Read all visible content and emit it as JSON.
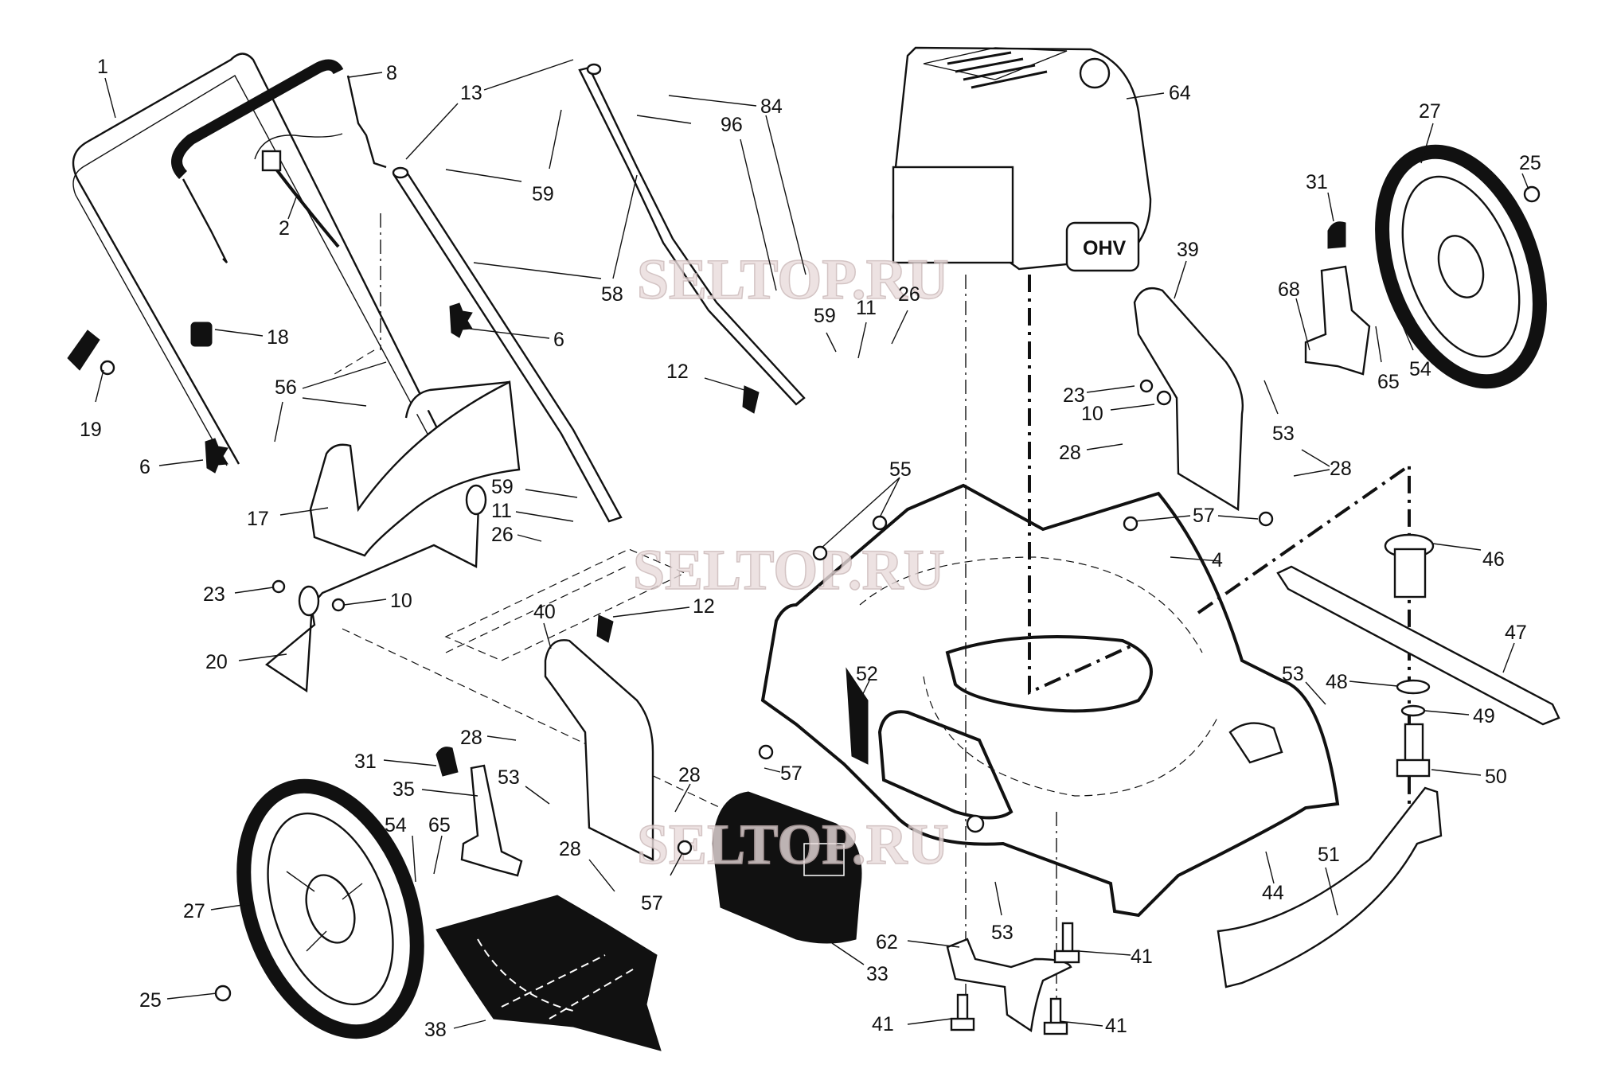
{
  "diagram": {
    "title": "Lawn mower exploded parts diagram",
    "watermark": "SELTOP.RU",
    "engine_badge": "OHV",
    "callouts": [
      {
        "id": "c1",
        "num": "1",
        "part": "handle-upper"
      },
      {
        "id": "c8",
        "num": "8",
        "part": "control-bail"
      },
      {
        "id": "c13",
        "num": "13",
        "part": "cap"
      },
      {
        "id": "c84",
        "num": "84",
        "part": "screw"
      },
      {
        "id": "c96",
        "num": "96",
        "part": "cable-guide"
      },
      {
        "id": "c64",
        "num": "64",
        "part": "engine"
      },
      {
        "id": "c2",
        "num": "2",
        "part": "throttle-cable"
      },
      {
        "id": "c59a",
        "num": "59",
        "part": "pin"
      },
      {
        "id": "c58",
        "num": "58",
        "part": "handle-lower"
      },
      {
        "id": "c27a",
        "num": "27",
        "part": "rear-wheel"
      },
      {
        "id": "c25a",
        "num": "25",
        "part": "wheel-nut"
      },
      {
        "id": "c31a",
        "num": "31",
        "part": "lever-knob"
      },
      {
        "id": "c39",
        "num": "39",
        "part": "bracket-right"
      },
      {
        "id": "c18",
        "num": "18",
        "part": "knob"
      },
      {
        "id": "c6a",
        "num": "6",
        "part": "star-knob"
      },
      {
        "id": "c59b",
        "num": "59",
        "part": "pin"
      },
      {
        "id": "c11a",
        "num": "11",
        "part": "hairpin"
      },
      {
        "id": "c26a",
        "num": "26",
        "part": "bolt"
      },
      {
        "id": "c68",
        "num": "68",
        "part": "height-adjuster"
      },
      {
        "id": "c65a",
        "num": "65",
        "part": "washer"
      },
      {
        "id": "c54a",
        "num": "54",
        "part": "washer"
      },
      {
        "id": "c19",
        "num": "19",
        "part": "handle-knob"
      },
      {
        "id": "c56",
        "num": "56",
        "part": "bolt"
      },
      {
        "id": "c12a",
        "num": "12",
        "part": "knob"
      },
      {
        "id": "c23a",
        "num": "23",
        "part": "nut"
      },
      {
        "id": "c10a",
        "num": "10",
        "part": "washer"
      },
      {
        "id": "c53a",
        "num": "53",
        "part": "bolt"
      },
      {
        "id": "c6b",
        "num": "6",
        "part": "star-knob"
      },
      {
        "id": "c28a",
        "num": "28",
        "part": "bolt"
      },
      {
        "id": "c28b",
        "num": "28",
        "part": "bolt"
      },
      {
        "id": "c17",
        "num": "17",
        "part": "rear-flap"
      },
      {
        "id": "c59c",
        "num": "59",
        "part": "pin"
      },
      {
        "id": "c11b",
        "num": "11",
        "part": "hairpin"
      },
      {
        "id": "c26b",
        "num": "26",
        "part": "bolt"
      },
      {
        "id": "c55",
        "num": "55",
        "part": "nut"
      },
      {
        "id": "c57a",
        "num": "57",
        "part": "nut"
      },
      {
        "id": "c4",
        "num": "4",
        "part": "cable-clip"
      },
      {
        "id": "c46",
        "num": "46",
        "part": "blade-adapter"
      },
      {
        "id": "c23b",
        "num": "23",
        "part": "nut"
      },
      {
        "id": "c10b",
        "num": "10",
        "part": "washer"
      },
      {
        "id": "c12b",
        "num": "12",
        "part": "knob"
      },
      {
        "id": "c20",
        "num": "20",
        "part": "rear-wire"
      },
      {
        "id": "c40",
        "num": "40",
        "part": "bracket-left"
      },
      {
        "id": "c47",
        "num": "47",
        "part": "blade"
      },
      {
        "id": "c52",
        "num": "52",
        "part": "decal"
      },
      {
        "id": "c48",
        "num": "48",
        "part": "washer"
      },
      {
        "id": "c53b",
        "num": "53",
        "part": "bolt"
      },
      {
        "id": "c49",
        "num": "49",
        "part": "lock-washer"
      },
      {
        "id": "c28c",
        "num": "28",
        "part": "bolt"
      },
      {
        "id": "c31b",
        "num": "31",
        "part": "lever-knob"
      },
      {
        "id": "c35",
        "num": "35",
        "part": "height-adjuster"
      },
      {
        "id": "c53c",
        "num": "53",
        "part": "bolt"
      },
      {
        "id": "c57b",
        "num": "57",
        "part": "nut"
      },
      {
        "id": "c28d",
        "num": "28",
        "part": "bolt"
      },
      {
        "id": "c50",
        "num": "50",
        "part": "blade-bolt"
      },
      {
        "id": "c54b",
        "num": "54",
        "part": "washer"
      },
      {
        "id": "c65b",
        "num": "65",
        "part": "washer"
      },
      {
        "id": "c28e",
        "num": "28",
        "part": "bolt"
      },
      {
        "id": "c57c",
        "num": "57",
        "part": "nut"
      },
      {
        "id": "c44",
        "num": "44",
        "part": "deck"
      },
      {
        "id": "c51",
        "num": "51",
        "part": "front-guard"
      },
      {
        "id": "c27b",
        "num": "27",
        "part": "front-wheel"
      },
      {
        "id": "c53d",
        "num": "53",
        "part": "bolt"
      },
      {
        "id": "c62",
        "num": "62",
        "part": "bracket"
      },
      {
        "id": "c41a",
        "num": "41",
        "part": "bolt"
      },
      {
        "id": "c33",
        "num": "33",
        "part": "engine-cover"
      },
      {
        "id": "c25b",
        "num": "25",
        "part": "wheel-nut"
      },
      {
        "id": "c38",
        "num": "38",
        "part": "rear-skirt"
      },
      {
        "id": "c41b",
        "num": "41",
        "part": "bolt"
      },
      {
        "id": "c41c",
        "num": "41",
        "part": "bolt"
      }
    ]
  }
}
